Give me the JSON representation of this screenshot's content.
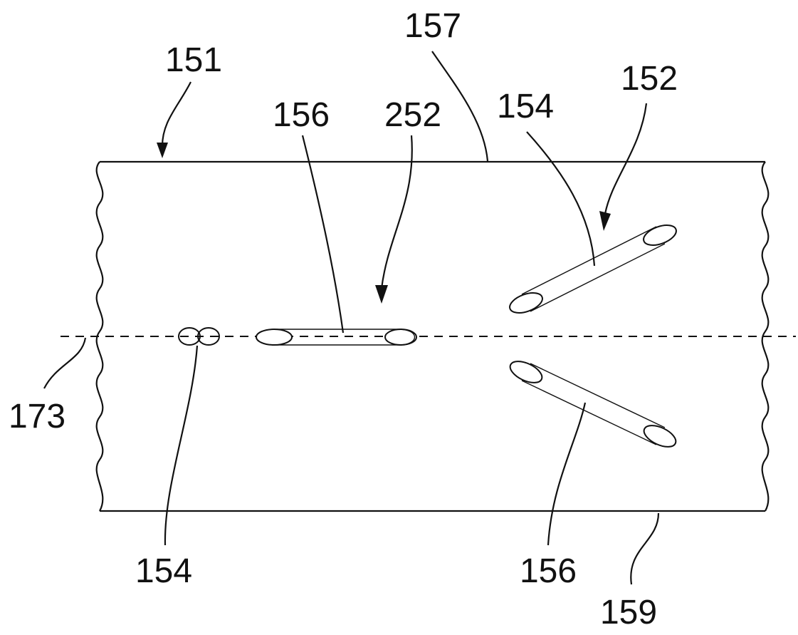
{
  "figure": {
    "labels": {
      "l151": "151",
      "l157": "157",
      "l152": "152",
      "l156_top": "156",
      "l252": "252",
      "l154_top": "154",
      "l173": "173",
      "l154_bottom": "154",
      "l156_bottom": "156",
      "l159": "159"
    },
    "colors": {
      "line": "#111111",
      "background": "#ffffff"
    }
  }
}
